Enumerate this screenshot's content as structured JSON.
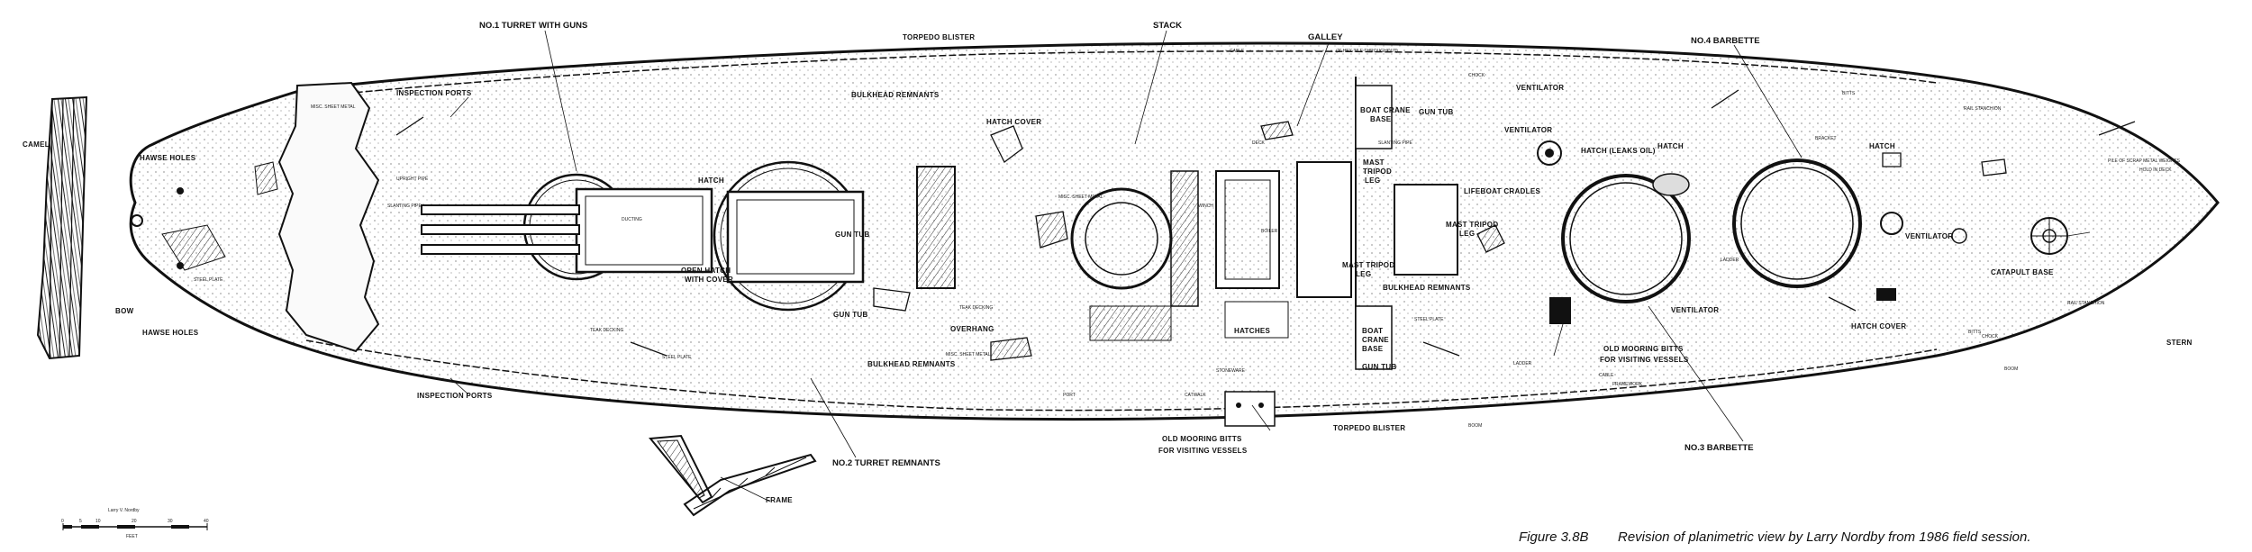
{
  "labels": {
    "camel": "CAMEL",
    "bow": "BOW",
    "stern": "STERN",
    "hawse_holes_upper": "HAWSE HOLES",
    "hawse_holes_lower": "HAWSE HOLES",
    "inspection_ports_upper": "INSPECTION PORTS",
    "inspection_ports_lower": "INSPECTION PORTS",
    "no1_turret": "NO.1  TURRET WITH GUNS",
    "no2_turret": "NO.2  TURRET REMNANTS",
    "no3_barbette": "NO.3  BARBETTE",
    "no4_barbette": "NO.4  BARBETTE",
    "torpedo_blister_upper": "TORPEDO BLISTER",
    "torpedo_blister_lower": "TORPEDO BLISTER",
    "stack": "STACK",
    "galley": "GALLEY",
    "galley_note": "(2\" HEX-TILE THROUGHOUT)",
    "bulkhead_remnants_1": "BULKHEAD REMNANTS",
    "bulkhead_remnants_2": "BULKHEAD REMNANTS",
    "bulkhead_remnants_3": "BULKHEAD REMNANTS",
    "hatch_cover_1": "HATCH COVER",
    "hatch_cover_2": "HATCH COVER",
    "hatch_1": "HATCH",
    "hatch_2": "HATCH",
    "hatch_3": "HATCH",
    "hatch_leaks_oil": "HATCH (LEAKS OIL)",
    "hatches": "HATCHES",
    "gun_tub_1": "GUN TUB",
    "gun_tub_2": "GUN TUB",
    "gun_tub_3": "GUN TUB",
    "gun_tub_4": "GUN TUB",
    "open_hatch": "OPEN HATCH",
    "with_cover": "WITH COVER",
    "overhang": "OVERHANG",
    "boat_crane_base_1": "BOAT CRANE",
    "boat_crane_base_1b": "BASE",
    "boat_crane_base_2": "BOAT",
    "boat_crane_base_2b": "CRANE",
    "boat_crane_base_2c": "BASE",
    "mast_tripod_leg_1": "MAST",
    "mast_tripod_leg_1b": "TRIPOD",
    "mast_tripod_leg_1c": "LEG",
    "mast_tripod_leg_2": "MAST TRIPOD",
    "mast_tripod_leg_2b": "LEG",
    "mast_tripod_leg_3": "MAST TRIPOD",
    "mast_tripod_leg_3b": "LEG",
    "lifeboat_cradles": "LIFEBOAT CRADLES",
    "ventilator_1": "VENTILATOR",
    "ventilator_2": "VENTILATOR",
    "ventilator_3": "VENTILATOR",
    "ventilator_4": "VENTILATOR",
    "catapult_base": "CATAPULT BASE",
    "old_mooring_1": "OLD MOORING BITTS",
    "old_mooring_1b": "FOR VISITING VESSELS",
    "old_mooring_2": "OLD MOORING BITTS",
    "old_mooring_2b": "FOR VISITING VESSELS",
    "frame": "FRAME",
    "steel_plate": "STEEL PLATE",
    "misc_sheet_metal": "MISC. SHEET METAL",
    "slanting_pipe": "SLANTING PIPE",
    "upright_pipe": "UPRIGHT PIPE",
    "ducting": "DUCTING",
    "chock": "CHOCK",
    "bitts": "BITTS",
    "rail_stanchion": "RAIL STANCHION",
    "cable": "CABLE",
    "ladder": "LADDER",
    "teak_decking": "TEAK DECKING",
    "boom": "BOOM",
    "hold_in_deck": "HOLD IN DECK",
    "pile_of_scrap": "PILE OF SCRAP METAL WEIGHTS",
    "bracket": "BRACKET",
    "framework": "FRAMEWORK",
    "stoneware": "STONEWARE",
    "catwalk": "CATWALK",
    "winch": "WINCH",
    "boiler": "BOILER",
    "port": "PORT",
    "deck": "DECK"
  },
  "credit": "Larry V. Nordby",
  "scale": {
    "ticks": [
      "0",
      "5",
      "10",
      "20",
      "30",
      "40"
    ],
    "unit": "FEET"
  },
  "caption": {
    "figure": "Figure 3.8B",
    "text": "Revision of planimetric view by Larry Nordby from 1986 field session."
  }
}
